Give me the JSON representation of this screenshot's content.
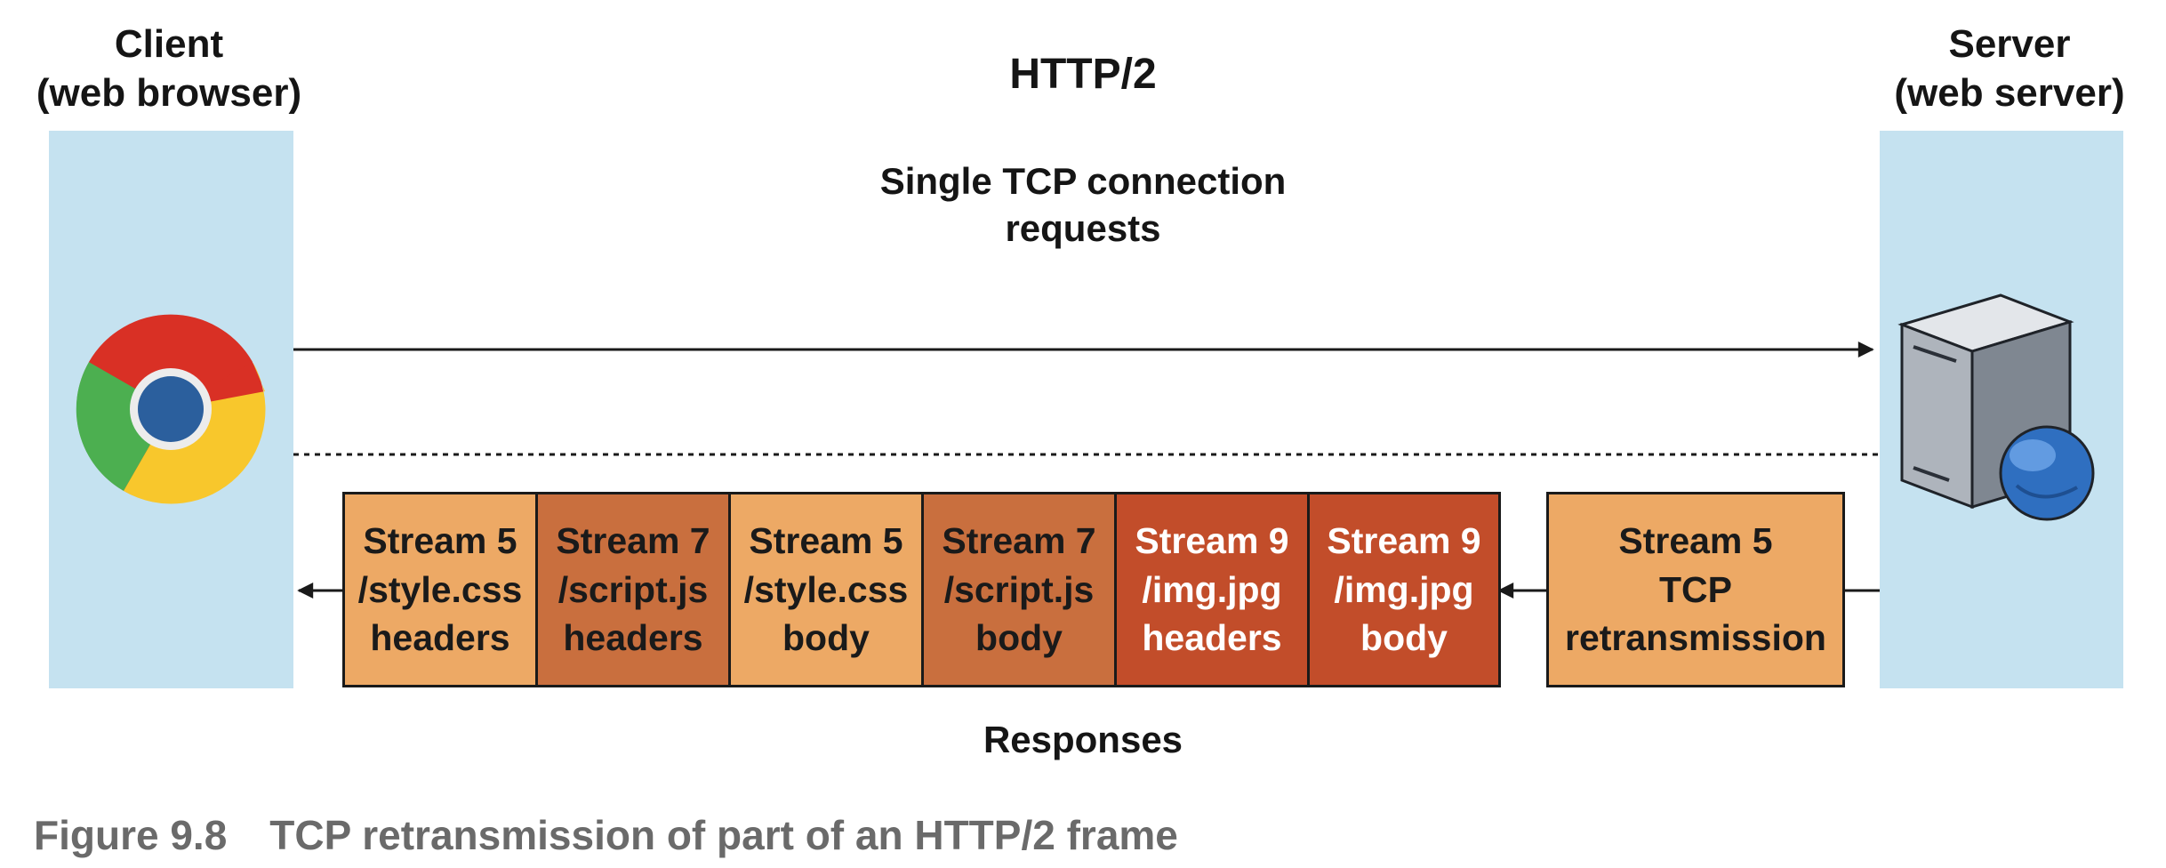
{
  "client": {
    "title": "Client\n(web browser)",
    "icon": "chrome-browser-icon"
  },
  "server": {
    "title": "Server\n(web server)",
    "icon": "web-server-icon"
  },
  "protocol_title": "HTTP/2",
  "request_label": "Single TCP connection\nrequests",
  "responses_label": "Responses",
  "frames": [
    {
      "text": "Stream 5\n/style.css\nheaders",
      "tone": "light"
    },
    {
      "text": "Stream 7\n/script.js\nheaders",
      "tone": "mid"
    },
    {
      "text": "Stream 5\n/style.css\nbody",
      "tone": "light"
    },
    {
      "text": "Stream 7\n/script.js\nbody",
      "tone": "mid"
    },
    {
      "text": "Stream 9\n/img.jpg\nheaders",
      "tone": "dark"
    },
    {
      "text": "Stream 9\n/img.jpg\nbody",
      "tone": "dark"
    }
  ],
  "retransmission_frame": {
    "text": "Stream 5\nTCP\nretransmission",
    "tone": "light"
  },
  "caption": {
    "number": "Figure 9.8",
    "text": "TCP retransmission of part of an HTTP/2 frame"
  },
  "colors": {
    "panel": "#c5e2f0",
    "frame_light": "#eda965",
    "frame_mid": "#c96f3e",
    "frame_dark": "#c24d2a"
  }
}
